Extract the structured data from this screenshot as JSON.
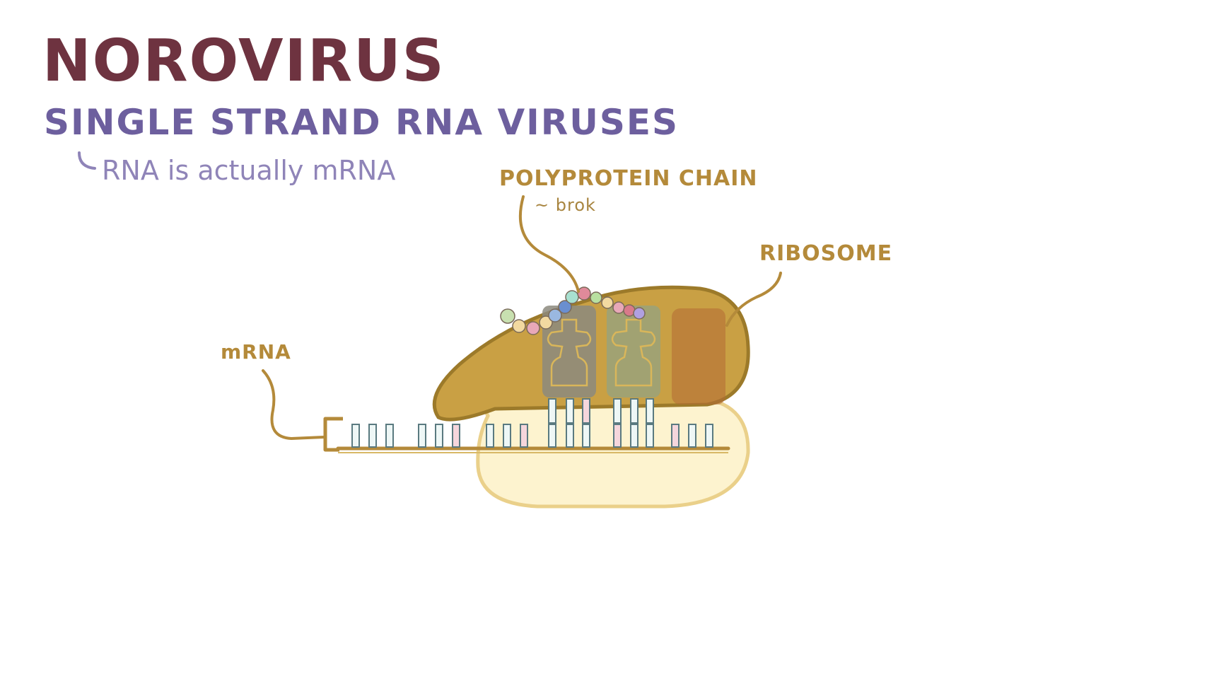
{
  "title": "NOROVIRUS",
  "subtitle": "SINGLE STRAND RNA VIRUSES",
  "note": "RNA is actually mRNA",
  "labels": {
    "polyprotein": "POLYPROTEIN CHAIN",
    "polyprotein_note": "~ brok",
    "ribosome": "RIBOSOME",
    "mrna": "mRNA"
  },
  "colors": {
    "title": "#6e3340",
    "subtitle": "#6d5f9e",
    "label": "#b48a3a",
    "ribosome_large": "#c9a044",
    "ribosome_small": "#fdf3cf"
  }
}
